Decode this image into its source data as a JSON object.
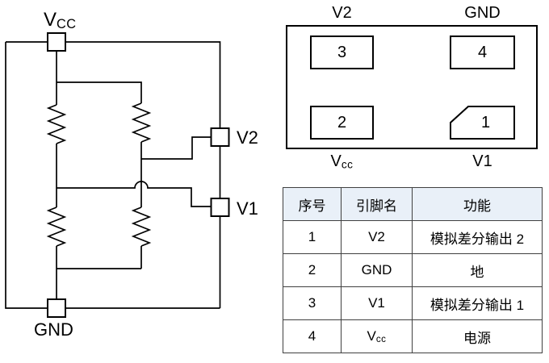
{
  "circuit": {
    "labels": {
      "vcc_base": "V",
      "vcc_sub": "CC",
      "v2": "V2",
      "v1": "V1",
      "gnd": "GND"
    }
  },
  "package": {
    "pad_numbers": {
      "p1": "1",
      "p2": "2",
      "p3": "3",
      "p4": "4"
    },
    "labels": {
      "top_left": "V2",
      "top_right": "GND",
      "bottom_left_base": "V",
      "bottom_left_sub": "cc",
      "bottom_right": "V1"
    }
  },
  "pin_table": {
    "headers": [
      "序号",
      "引脚名",
      "功能"
    ],
    "rows": [
      {
        "num": "1",
        "pin_base": "V2",
        "pin_sub": "",
        "func": "模拟差分输出 2"
      },
      {
        "num": "2",
        "pin_base": "GND",
        "pin_sub": "",
        "func": "地"
      },
      {
        "num": "3",
        "pin_base": "V1",
        "pin_sub": "",
        "func": "模拟差分输出 1"
      },
      {
        "num": "4",
        "pin_base": "V",
        "pin_sub": "cc",
        "func": "电源"
      }
    ]
  },
  "colors": {
    "wire": "#000000",
    "table_border": "#404040",
    "table_header_bg": "#e9f0f8"
  }
}
